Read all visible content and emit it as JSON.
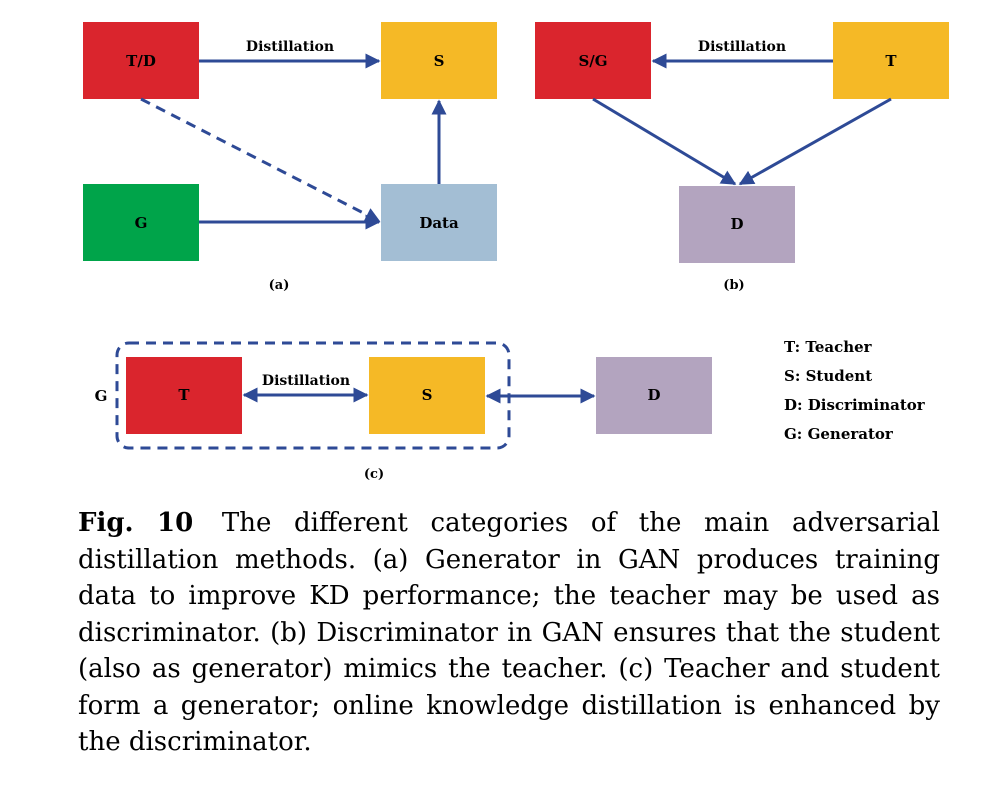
{
  "colors": {
    "red": "#da252d",
    "yellow": "#f5b926",
    "green": "#00a44a",
    "lightblue": "#a3bed4",
    "purple": "#b3a4bf",
    "arrow": "#2e4a96"
  },
  "panel_a": {
    "boxes": {
      "td": "T/D",
      "s": "S",
      "g": "G",
      "data": "Data"
    },
    "edge_label": "Distillation",
    "sub_label": "(a)"
  },
  "panel_b": {
    "boxes": {
      "sg": "S/G",
      "t": "T",
      "d": "D"
    },
    "edge_label": "Distillation",
    "sub_label": "(b)"
  },
  "panel_c": {
    "boxes": {
      "t": "T",
      "s": "S",
      "d": "D"
    },
    "edge_label": "Distillation",
    "group_label": "G",
    "sub_label": "(c)"
  },
  "legend": [
    "T: Teacher",
    "S: Student",
    "D: Discriminator",
    "G: Generator"
  ],
  "caption": {
    "label": "Fig. 10",
    "text": "The different categories of the main adversarial distillation methods. (a) Generator in GAN produces training data to improve KD performance; the teacher may be used as discriminator. (b) Discriminator in GAN ensures that the student (also as generator) mimics the teacher. (c) Teacher and student form a generator; online knowledge distillation is enhanced by the discriminator."
  }
}
